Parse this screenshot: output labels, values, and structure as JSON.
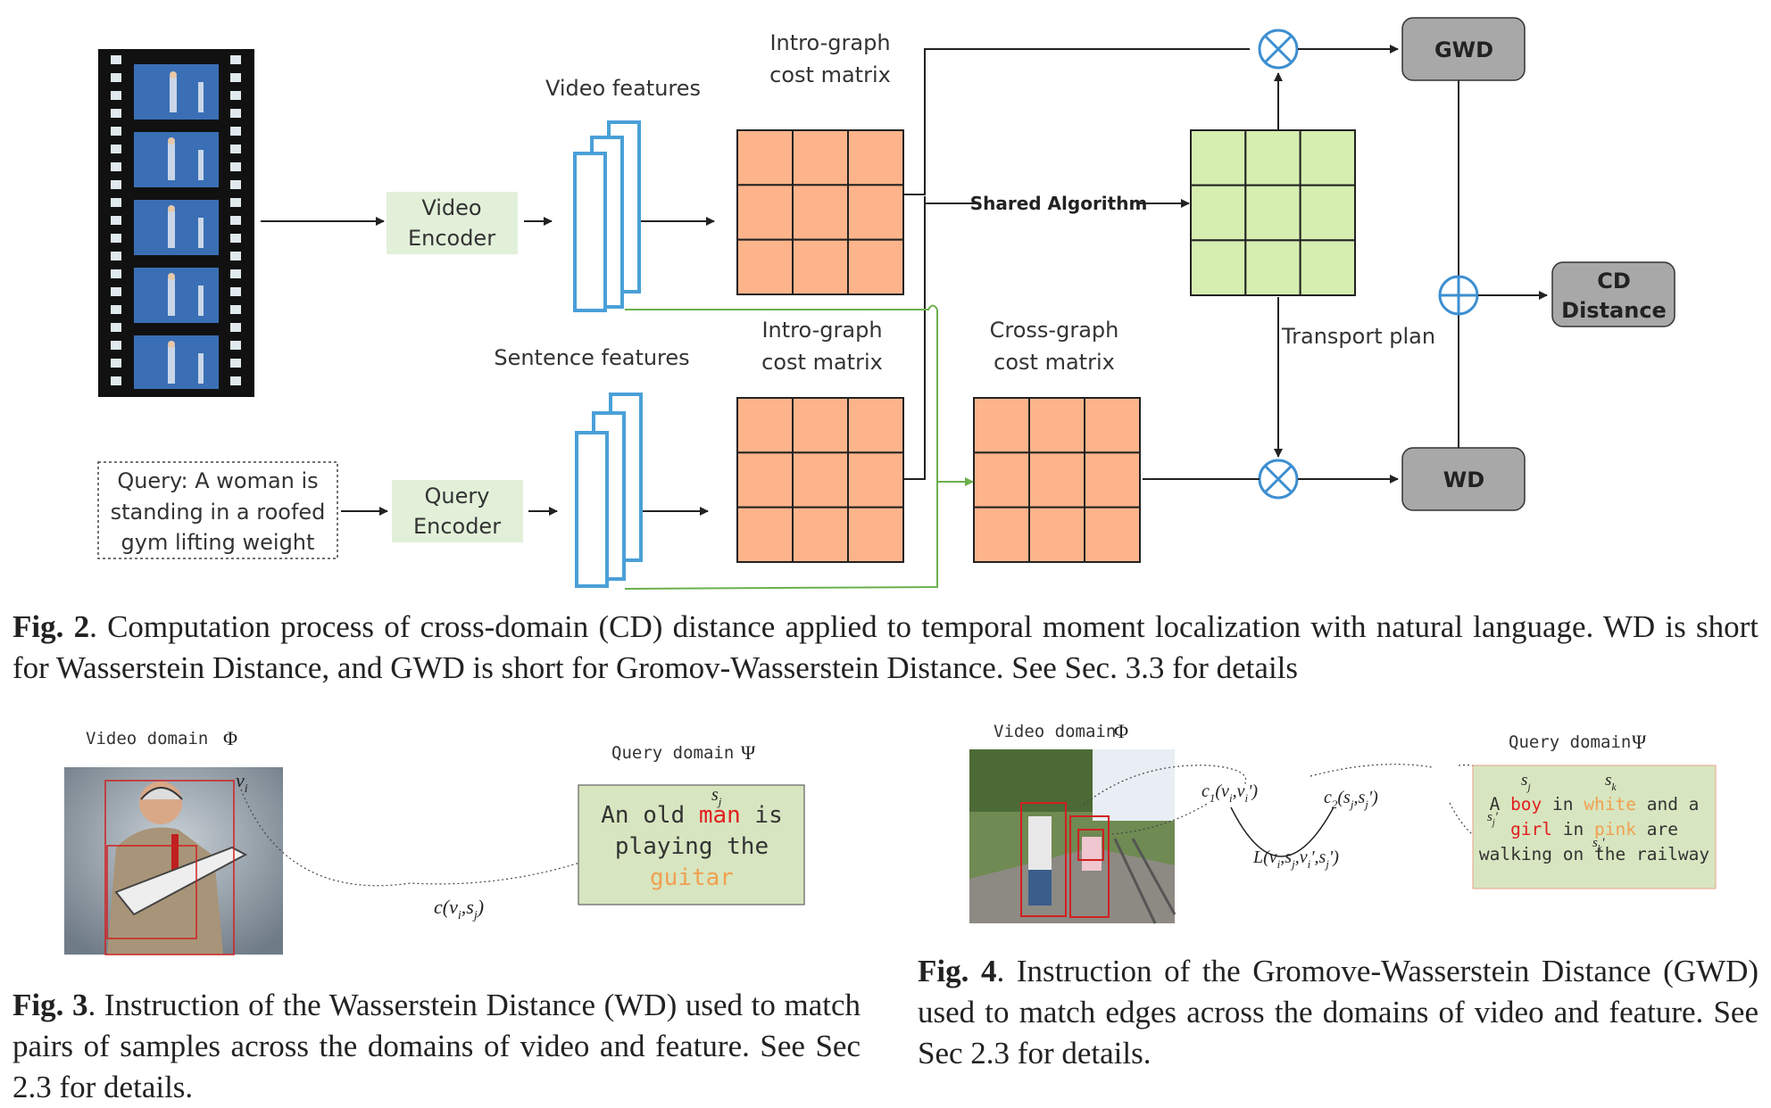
{
  "fig2": {
    "video_encoder": [
      "Video",
      "Encoder"
    ],
    "query_encoder": [
      "Query",
      "Encoder"
    ],
    "video_features": "Video features",
    "sentence_features": "Sentence features",
    "intro_graph_top": [
      "Intro-graph",
      "cost matrix"
    ],
    "intro_graph_bottom": [
      "Intro-graph",
      "cost matrix"
    ],
    "cross_graph": [
      "Cross-graph",
      "cost matrix"
    ],
    "shared_algorithm": "Shared Algorithm",
    "transport_plan": "Transport plan",
    "gwd": "GWD",
    "wd": "WD",
    "cd_distance": [
      "CD",
      "Distance"
    ],
    "query_text": [
      "Query: A woman is",
      "standing in a roofed",
      "gym lifting weight"
    ],
    "caption_label": "Fig. 2",
    "caption_text": ". Computation process of cross-domain (CD) distance applied to temporal moment localization with natural language. WD is short for Wasserstein Distance, and GWD is short for Gromov-Wasserstein Distance. See Sec. 3.3 for details"
  },
  "fig3": {
    "video_domain": "Video domain",
    "video_symbol": "Φ",
    "query_domain": "Query domain",
    "query_symbol": "Ψ",
    "vi": "v",
    "vi_sub": "i",
    "sj": "s",
    "sj_sub": "j",
    "sentence": [
      [
        {
          "t": "An old ",
          "c": "#333333"
        },
        {
          "t": "man",
          "c": "#e02020"
        },
        {
          "t": " is",
          "c": "#333333"
        }
      ],
      [
        {
          "t": "playing the",
          "c": "#333333"
        }
      ],
      [
        {
          "t": "guitar",
          "c": "#f0a050"
        }
      ]
    ],
    "cost": "c(v",
    "cost_mid": ",s",
    "cost_end": ")",
    "caption_label": "Fig. 3",
    "caption_text": ". Instruction of the Wasserstein Distance (WD) used to match pairs of samples across the domains of video and feature. See Sec 2.3 for details."
  },
  "fig4": {
    "video_domain": "Video domain",
    "video_symbol": "Φ",
    "query_domain": "Query domain",
    "query_symbol": "Ψ",
    "c1": "c",
    "c1_sub": "1",
    "c1_args": "(v",
    "c2": "c",
    "c2_sub": "2",
    "loss": "L(v",
    "sentence": [
      [
        {
          "t": "A ",
          "c": "#333333"
        },
        {
          "t": "boy",
          "c": "#e02020"
        },
        {
          "t": " in ",
          "c": "#333333"
        },
        {
          "t": "white",
          "c": "#f0a050"
        },
        {
          "t": " and a",
          "c": "#333333"
        }
      ],
      [
        {
          "t": "girl",
          "c": "#e02020"
        },
        {
          "t": " in ",
          "c": "#333333"
        },
        {
          "t": "pink",
          "c": "#f0a050"
        },
        {
          "t": " are",
          "c": "#333333"
        }
      ],
      [
        {
          "t": "walking on the railway",
          "c": "#333333"
        }
      ]
    ],
    "caption_label": "Fig. 4",
    "caption_text": ". Instruction of the Gromove-Wasserstein Distance (GWD) used to match edges across the domains of video and feature. See Sec 2.3 for details."
  },
  "colors": {
    "orange_cell": "#fdb48b",
    "green_cell": "#d6eeb0",
    "encoder_bg": "#e2f0d9",
    "gray_box": "#a8a8a8",
    "feature_blue": "#4aa0d8",
    "green_line": "#6ab04c",
    "otimes_blue": "#3d8fd1"
  }
}
